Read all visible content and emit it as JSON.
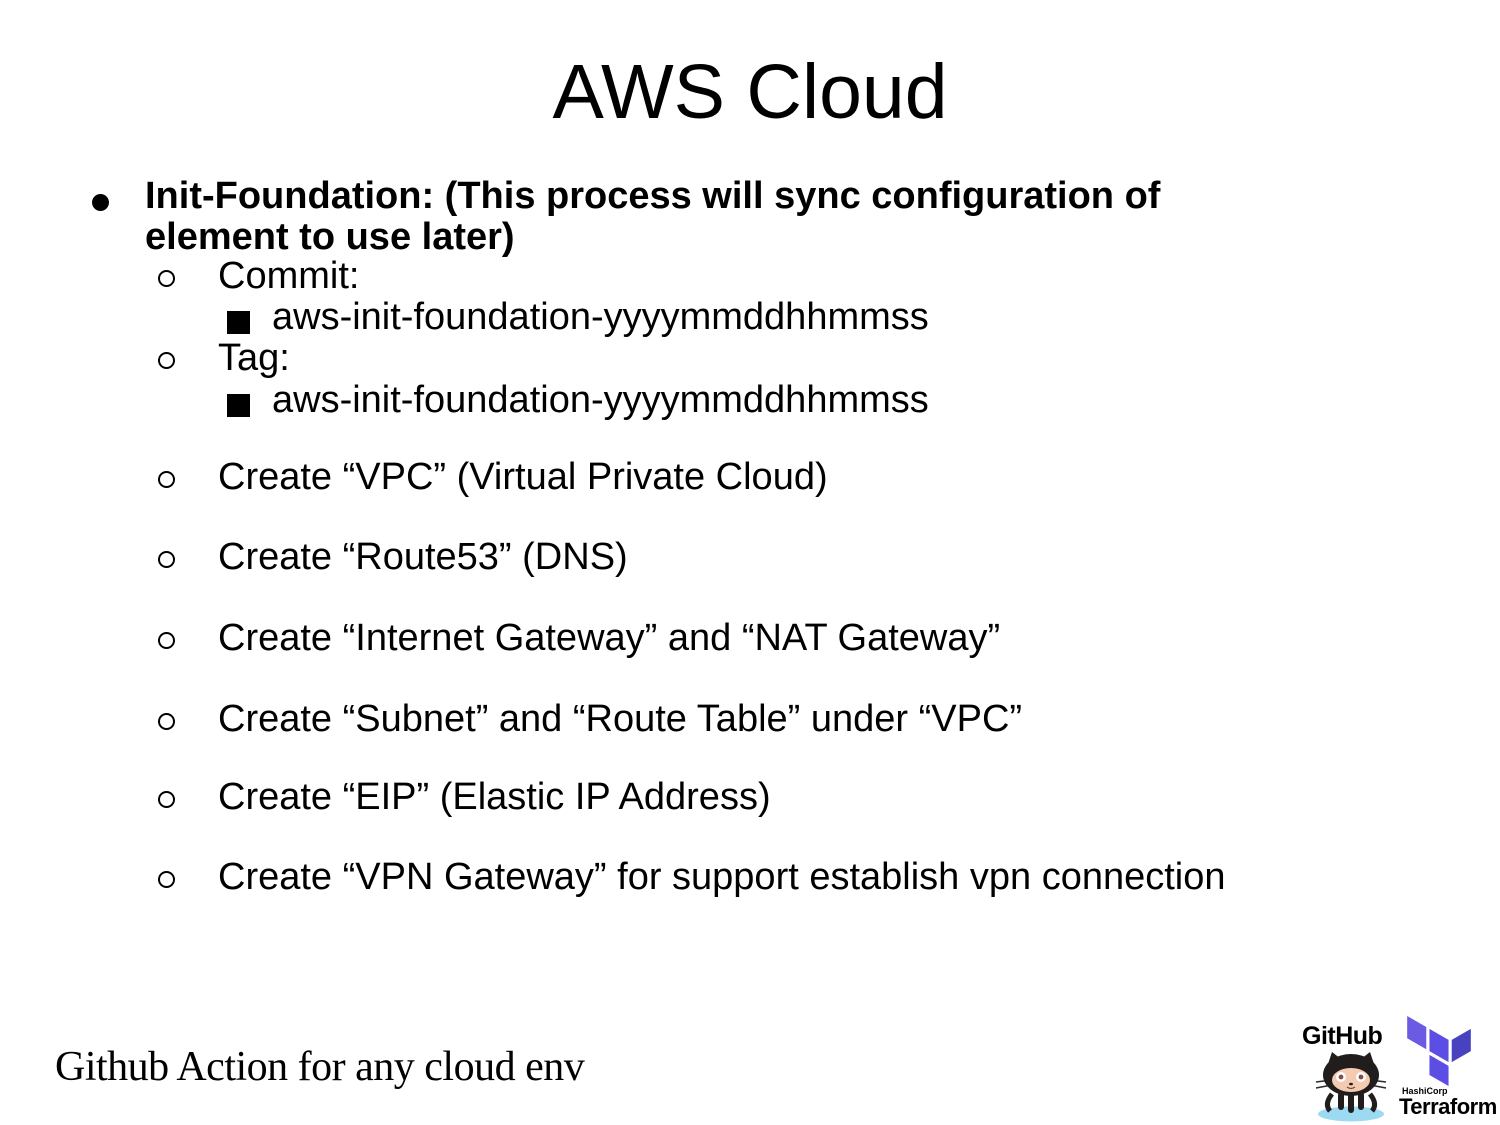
{
  "slide": {
    "title": "AWS Cloud",
    "footer": "Github Action for any cloud env",
    "background": "#ffffff",
    "text_color": "#000000"
  },
  "bullets": {
    "main": "Init-Foundation: (This process will sync configuration of element to use later)",
    "items": [
      {
        "level": 2,
        "text": "Commit:"
      },
      {
        "level": 3,
        "text": "aws-init-foundation-yyyymmddhhmmss"
      },
      {
        "level": 2,
        "text": "Tag:"
      },
      {
        "level": 3,
        "text": "aws-init-foundation-yyyymmddhhmmss"
      },
      {
        "level": 2,
        "text": "Create “VPC” (Virtual Private Cloud)"
      },
      {
        "level": 2,
        "text": "Create “Route53” (DNS)"
      },
      {
        "level": 2,
        "text": "Create “Internet Gateway” and “NAT Gateway”"
      },
      {
        "level": 2,
        "text": "Create “Subnet” and “Route Table” under “VPC”"
      },
      {
        "level": 2,
        "text": "Create “EIP” (Elastic IP Address)"
      },
      {
        "level": 2,
        "text": "Create “VPN Gateway” for support establish vpn connection"
      }
    ]
  },
  "logos": {
    "github": {
      "label": "GitHub",
      "body_color": "#201D1C",
      "face_color": "#F4CBB2",
      "pedestal_color": "#9CDAF1",
      "pupil_color": "#8B4A42"
    },
    "terraform": {
      "brand": "HashiCorp",
      "label": "Terraform",
      "color_light": "#6A5BE2",
      "color_main": "#5C4EE5",
      "color_dark": "#4842C0"
    }
  }
}
